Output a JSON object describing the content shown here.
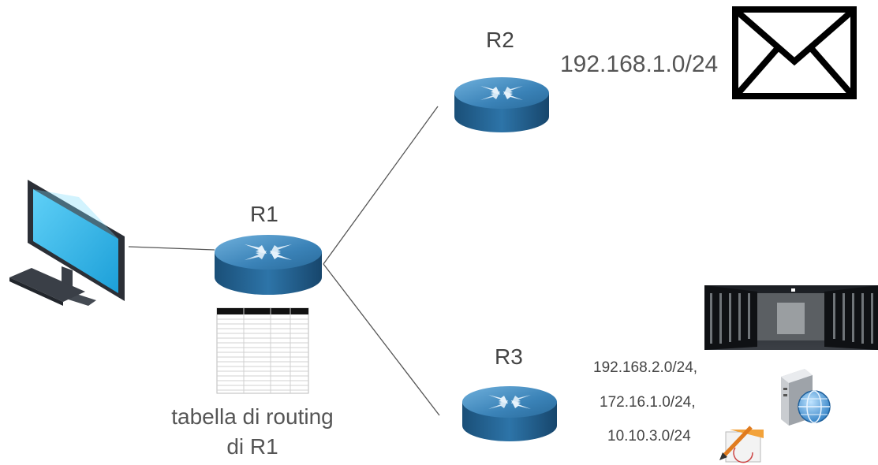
{
  "routers": {
    "r1": {
      "label": "R1"
    },
    "r2": {
      "label": "R2"
    },
    "r3": {
      "label": "R3"
    }
  },
  "networks": {
    "r2_net": "192.168.1.0/24",
    "r3_nets": [
      "192.168.2.0/24,",
      "172.16.1.0/24,",
      "10.10.3.0/24"
    ]
  },
  "routing_table": {
    "caption_line1": "tabella di routing",
    "caption_line2": "di R1"
  },
  "icons": {
    "pc": "desktop-monitor-icon",
    "mail": "envelope-icon",
    "datacenter": "datacenter-photo",
    "server": "web-server-icon",
    "design": "design-tool-icon"
  },
  "colors": {
    "router_top": "#3f86b8",
    "router_side": "#1f5f8e",
    "screen": "#39b6ec"
  }
}
